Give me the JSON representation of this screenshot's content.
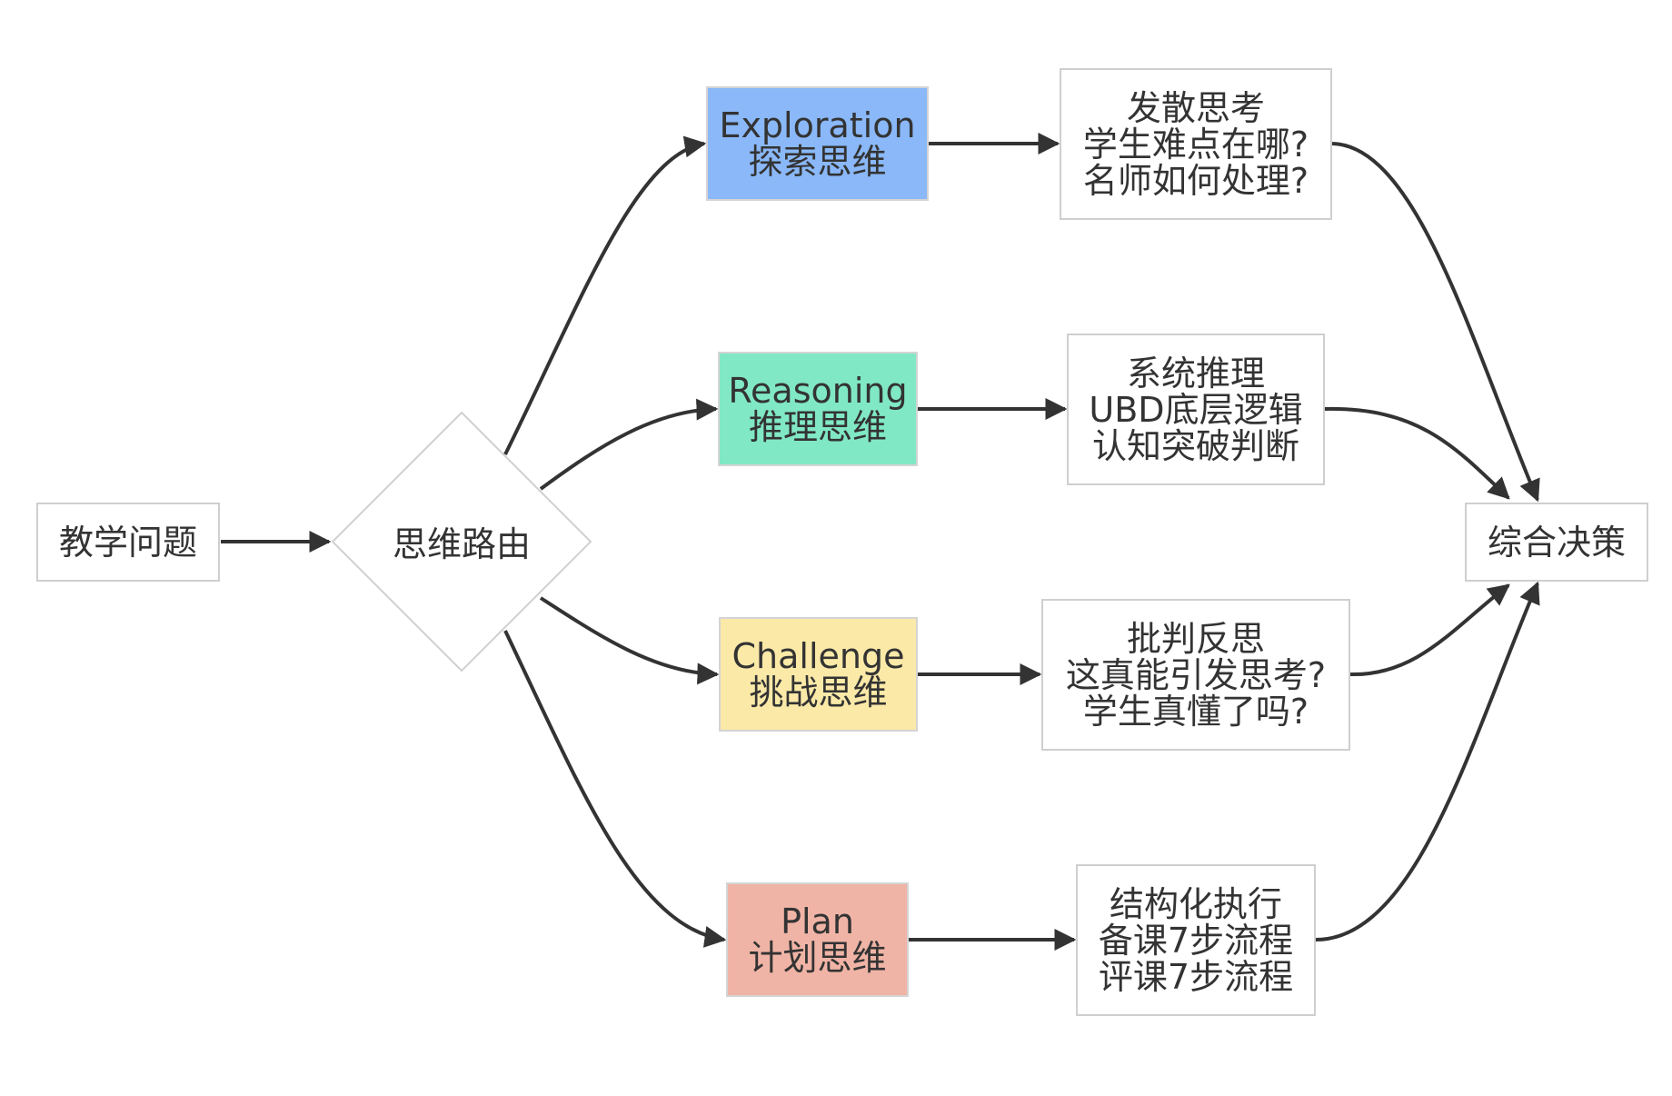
{
  "colors": {
    "exploration": "#8ab8f8",
    "reasoning": "#80e8c4",
    "challenge": "#fbe9a8",
    "plan": "#f0b4a6",
    "edge": "#333333",
    "border": "#cfcfcf"
  },
  "nodes": {
    "start": {
      "label": "教学问题"
    },
    "router": {
      "label": "思维路由"
    },
    "exploration": {
      "line1": "Exploration",
      "line2": "探索思维"
    },
    "reasoning": {
      "line1": "Reasoning",
      "line2": "推理思维"
    },
    "challenge": {
      "line1": "Challenge",
      "line2": "挑战思维"
    },
    "plan": {
      "line1": "Plan",
      "line2": "计划思维"
    },
    "exploration_detail": {
      "line1": "发散思考",
      "line2": "学生难点在哪?",
      "line3": "名师如何处理?"
    },
    "reasoning_detail": {
      "line1": "系统推理",
      "line2": "UBD底层逻辑",
      "line3": "认知突破判断"
    },
    "challenge_detail": {
      "line1": "批判反思",
      "line2": "这真能引发思考?",
      "line3": "学生真懂了吗?"
    },
    "plan_detail": {
      "line1": "结构化执行",
      "line2": "备课7步流程",
      "line3": "评课7步流程"
    },
    "end": {
      "label": "综合决策"
    }
  }
}
